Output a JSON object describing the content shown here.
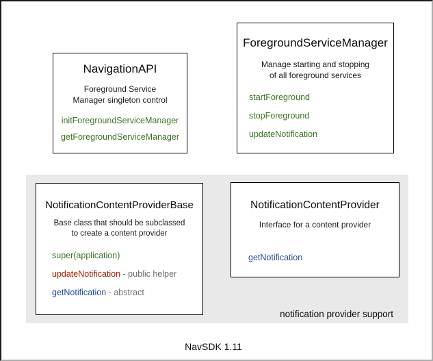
{
  "colors": {
    "method_green": "#38761d",
    "method_red": "#a61c00",
    "method_blue": "#1f4e9c",
    "suffix_gray": "#6e6e6e",
    "panel_bg": "#e9e9e9"
  },
  "navigation_api": {
    "title": "NavigationAPI",
    "description": [
      "Foreground Service",
      "Manager singleton control"
    ],
    "methods": [
      {
        "name": "initForegroundServiceManager"
      },
      {
        "name": "getForegroundServiceManager"
      }
    ]
  },
  "foreground_service_manager": {
    "title": "ForegroundServiceManager",
    "description": [
      "Manage starting and stopping",
      "of all foreground services"
    ],
    "methods": [
      {
        "name": "startForeground"
      },
      {
        "name": "stopForeground"
      },
      {
        "name": "updateNotification"
      }
    ]
  },
  "notification_panel": {
    "label": "notification provider support",
    "provider_base": {
      "title": "NotificationContentProviderBase",
      "description": [
        "Base class that should be subclassed",
        "to create a content provider"
      ],
      "methods": [
        {
          "name": "super(application)",
          "suffix": ""
        },
        {
          "name": "updateNotification",
          "suffix": " - public helper"
        },
        {
          "name": "getNotification",
          "suffix": " - abstract"
        }
      ]
    },
    "provider": {
      "title": "NotificationContentProvider",
      "description": [
        "Interface for a content provider"
      ],
      "methods": [
        {
          "name": "getNotification"
        }
      ]
    }
  },
  "caption": "NavSDK 1.11"
}
